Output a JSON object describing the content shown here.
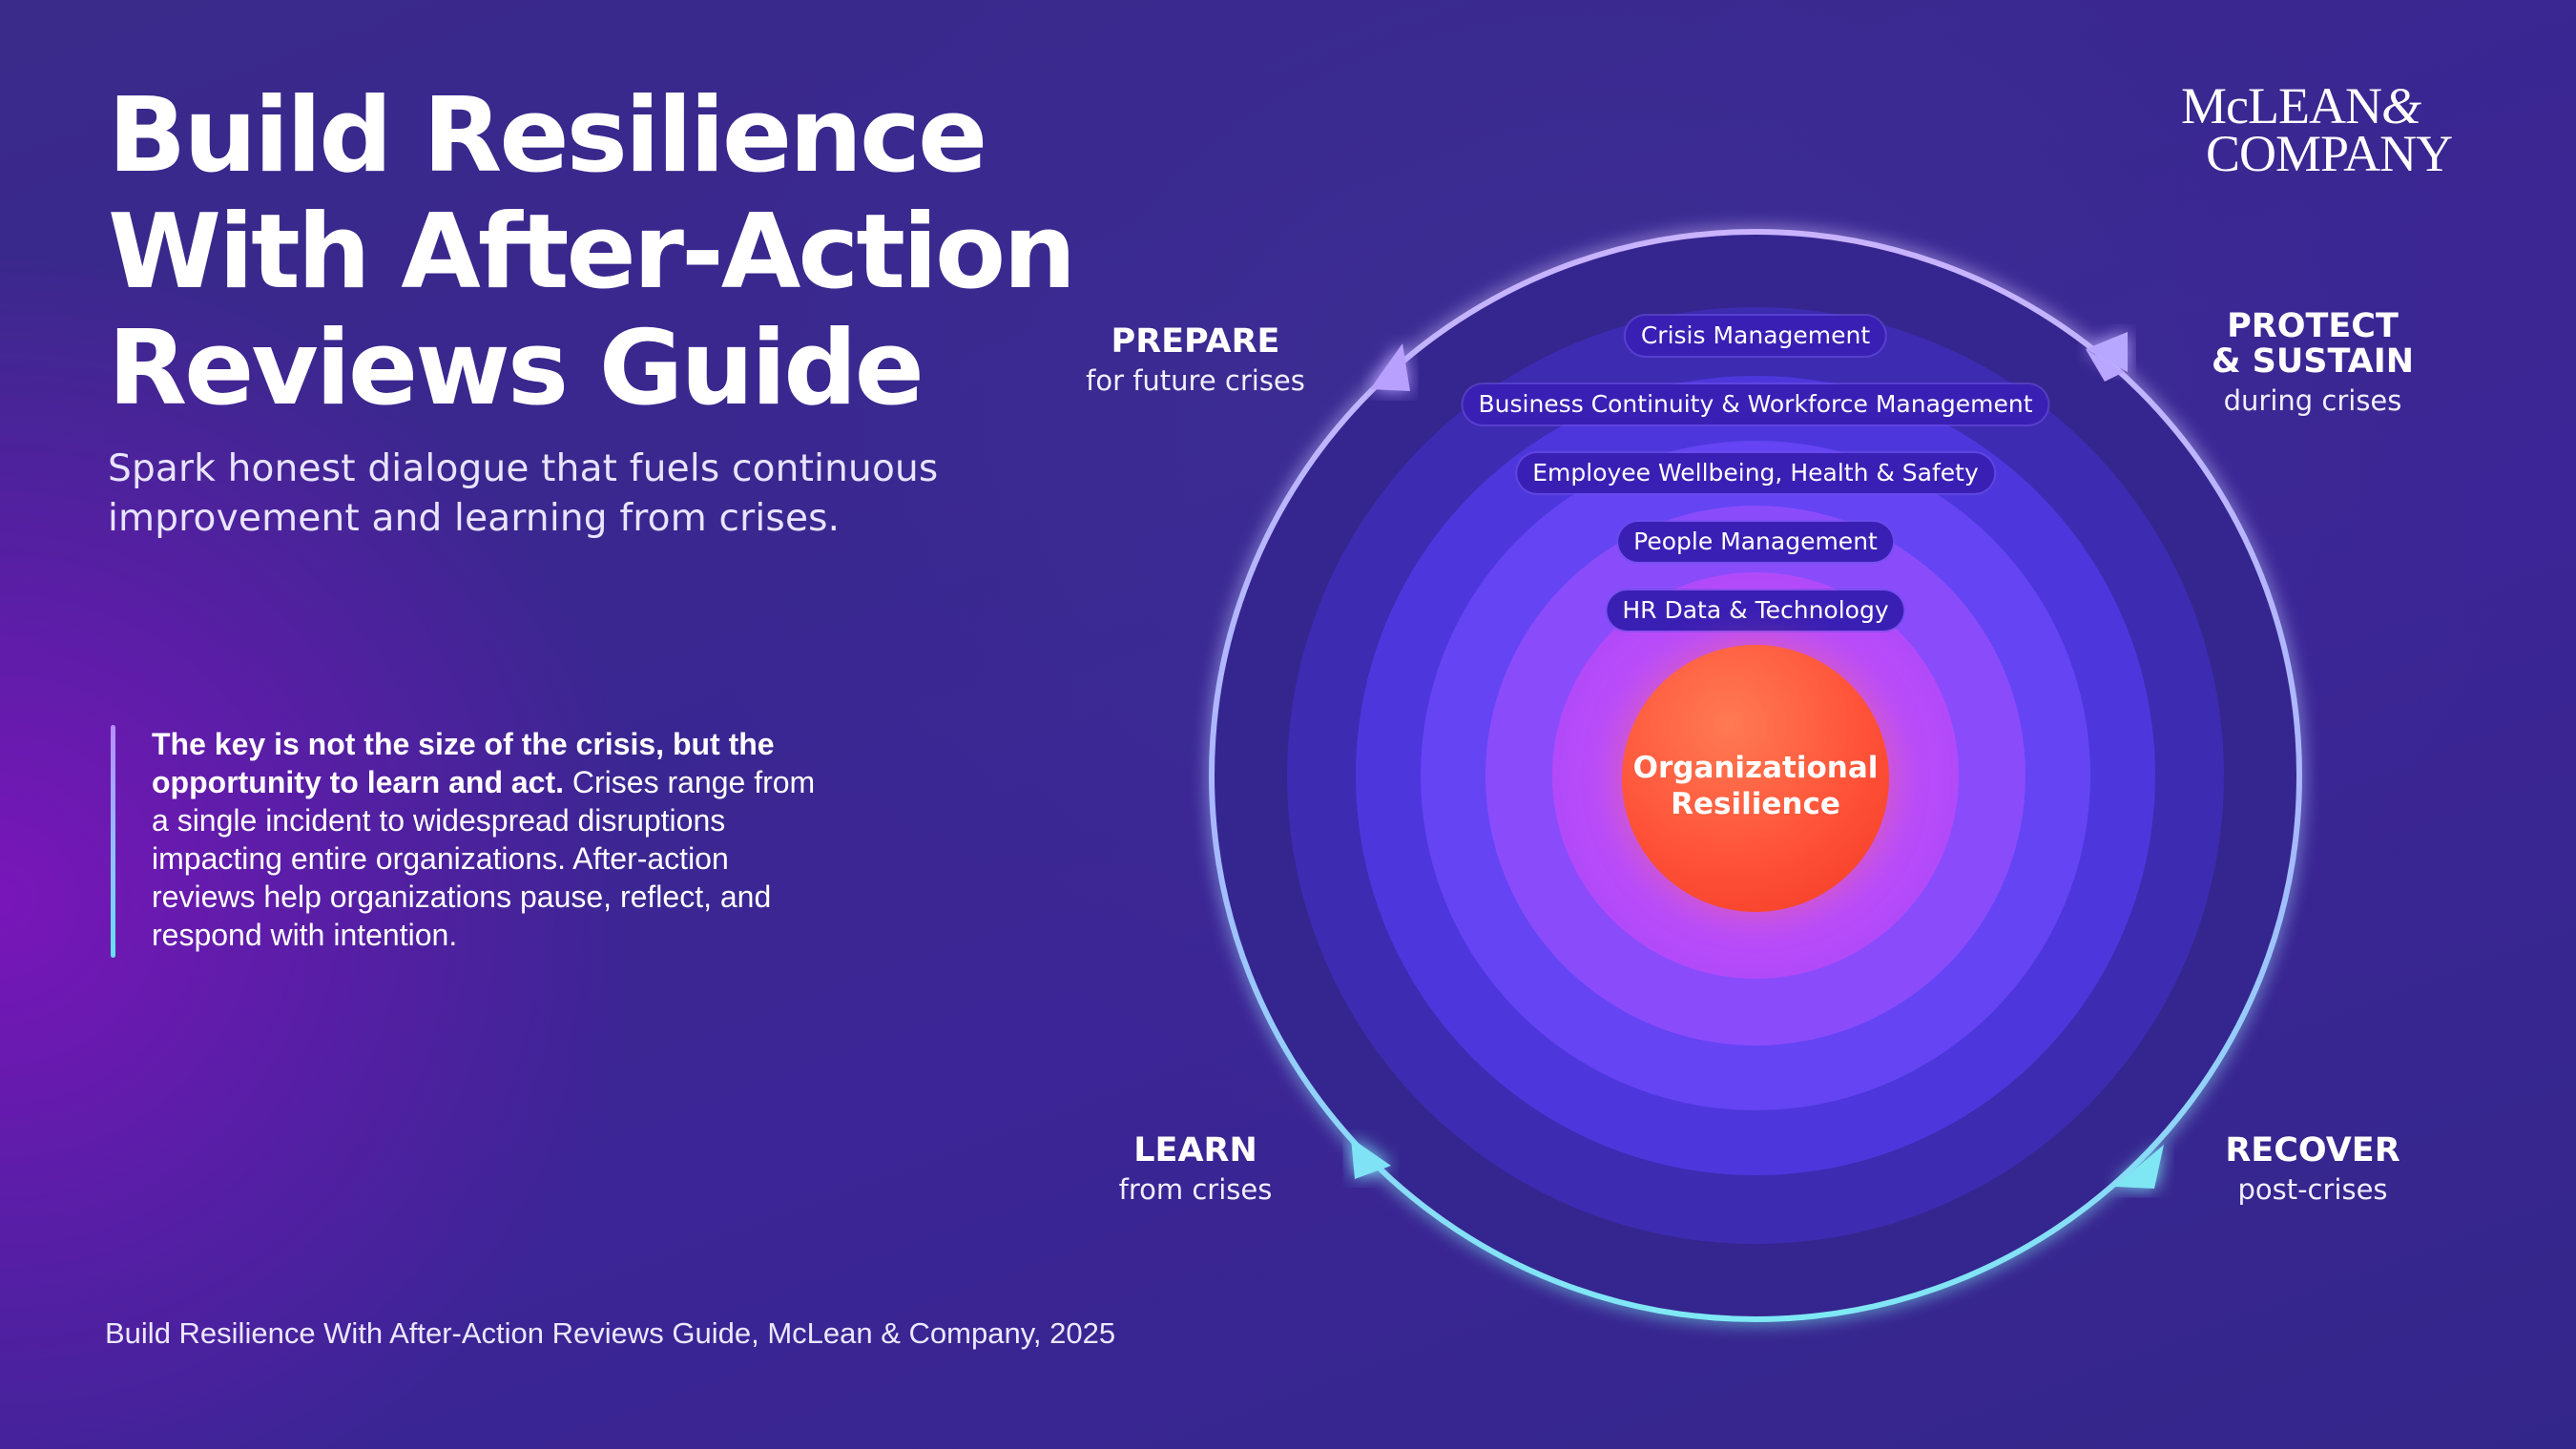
{
  "title_lines": [
    "Build Resilience",
    "With After-Action",
    "Reviews Guide"
  ],
  "subtitle_lines": [
    "Spark honest dialogue that fuels continuous",
    "improvement and learning from crises."
  ],
  "quote": {
    "bold_line1": "The key is not the size of the crisis, but the",
    "bold_line2": "opportunity to learn and act.",
    "line2_rest": " Crises range from",
    "line3": "a single incident to widespread disruptions",
    "line4": "impacting entire organizations. After-action",
    "line5": "reviews help organizations pause, reflect, and",
    "line6": "respond with intention."
  },
  "footer": "Build Resilience With After-Action Reviews Guide, McLean & Company, 2025",
  "logo": {
    "line1_name": "McLEAN",
    "line1_amp": "&",
    "line2": "COMPANY"
  },
  "phases": {
    "prepare": {
      "title": "PREPARE",
      "subtitle": "for future crises"
    },
    "protect": {
      "title_line1": "PROTECT",
      "title_line2": "& SUSTAIN",
      "subtitle": "during crises"
    },
    "learn": {
      "title": "LEARN",
      "subtitle": "from crises"
    },
    "recover": {
      "title": "RECOVER",
      "subtitle": "post-crises"
    }
  },
  "layers": [
    "Crisis Management",
    "Business Continuity & Workforce Management",
    "Employee Wellbeing, Health & Safety",
    "People Management",
    "HR Data & Technology"
  ],
  "core": {
    "line1": "Organizational",
    "line2": "Resilience"
  },
  "colors": {
    "ring_outer": "#3b2aa8",
    "ring_1": "#4a35d6",
    "ring_2": "#5f44f2",
    "ring_3": "#7a4bfb",
    "ring_4": "#9a4cfb",
    "ring_5": "#b64efb",
    "core": "#ff5238",
    "pill": "#3a1fb5",
    "arrow_top": "#b9a3ff",
    "arrow_bottom": "#6fe3f2"
  }
}
